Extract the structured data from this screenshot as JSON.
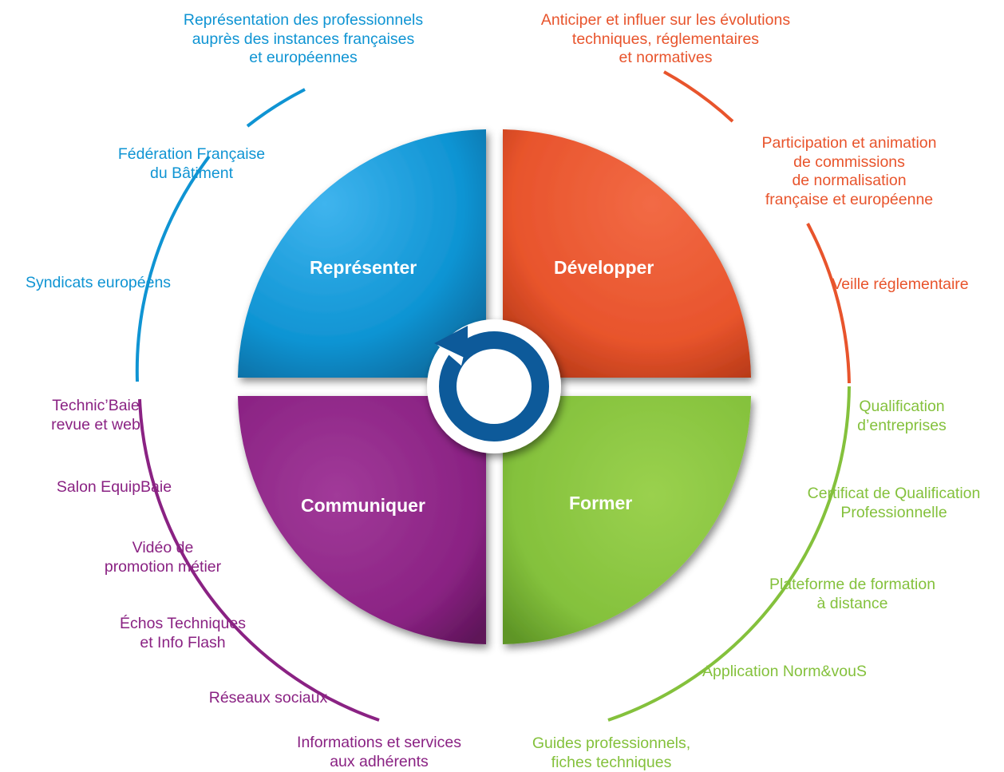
{
  "colors": {
    "blue": "#0f94d3",
    "orange": "#e8542c",
    "green": "#84c13c",
    "purple": "#8a2283",
    "cycle_arrow": "#0d5a9a"
  },
  "quadrants": {
    "representer": "Représenter",
    "developper": "Développer",
    "former": "Former",
    "communiquer": "Communiquer"
  },
  "center_icon": "cycle-arrow-icon",
  "labels": {
    "blue": [
      "Représentation des professionnels\nauprès des instances françaises\net  européennes",
      "Fédération Française\ndu Bâtiment",
      "Syndicats européens"
    ],
    "orange": [
      "Anticiper et influer sur les évolutions\ntechniques, réglementaires\net normatives",
      "Participation et animation\nde commissions\nde normalisation\nfrançaise et européenne",
      "Veille réglementaire"
    ],
    "green": [
      "Qualification\nd’entreprises",
      "Certificat de Qualification\nProfessionnelle",
      "Plateforme de formation\nà distance",
      "Application Norm&vouS",
      "Guides professionnels,\nfiches techniques"
    ],
    "purple": [
      "Technic’Baie\nrevue et web",
      "Salon EquipBaie",
      "Vidéo de\npromotion métier",
      "Échos Techniques\net Info Flash",
      "Réseaux sociaux",
      "Informations et services\naux adhérents"
    ]
  }
}
